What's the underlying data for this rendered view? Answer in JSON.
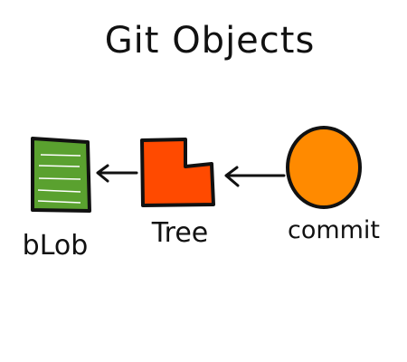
{
  "title": "Git Objects",
  "nodes": [
    {
      "id": "blob",
      "label": "bLob",
      "shape": "document",
      "color": "#5aa12f"
    },
    {
      "id": "tree",
      "label": "Tree",
      "shape": "notched-box",
      "color": "#ff4a00"
    },
    {
      "id": "commit",
      "label": "commit",
      "shape": "circle",
      "color": "#ff8a00"
    }
  ],
  "edges": [
    {
      "from": "tree",
      "to": "blob"
    },
    {
      "from": "commit",
      "to": "tree"
    }
  ],
  "colors": {
    "outline": "#111111",
    "document_lines": "#ffffff",
    "background": "#ffffff"
  }
}
